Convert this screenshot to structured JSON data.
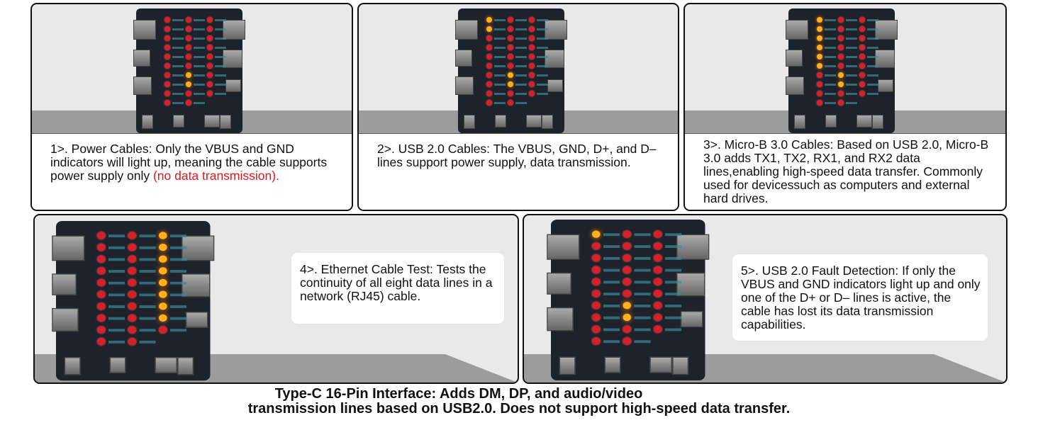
{
  "panels": [
    {
      "title": "1>. Power Cables: Only the VBUS and GND indicators will light up, meaning the cable supports power supply only ",
      "highlight": "(no data transmission).",
      "lit": [
        16,
        17
      ]
    },
    {
      "title": "2>. USB 2.0 Cables: The VBUS, GND, D+, and D– lines support power supply, data transmission.",
      "lit": [
        0,
        1,
        16,
        17
      ]
    },
    {
      "title": "3>. Micro-B 3.0 Cables: Based on USB 2.0, Micro-B 3.0 adds TX1, TX2, RX1, and RX2 data lines,enabling high-speed data transfer. Commonly used for devicessuch as computers and external hard drives.",
      "lit": [
        0,
        1,
        2,
        3,
        4,
        5,
        16,
        17
      ]
    },
    {
      "title": "4>. Ethernet Cable Test: Tests the continuity of all eight data lines in a network (RJ45) cable.",
      "lit": [
        20,
        21,
        22,
        23,
        24,
        25,
        26,
        27
      ]
    },
    {
      "title": "5>. USB 2.0 Fault Detection: If only the VBUS and GND indicators light up and only one of the D+ or D– lines is active, the cable has lost its data transmission capabilities.",
      "lit": [
        0,
        16,
        17
      ]
    }
  ],
  "footer": {
    "line1": "Type-C 16-Pin Interface: Adds DM, DP, and audio/video",
    "line2": "transmission lines based on USB2.0.  Does not support high-speed data transfer."
  },
  "colors": {
    "highlight": "#e8141b",
    "board": "#1d222b",
    "led_off": "#d5212a",
    "led_on": "#ffb020"
  }
}
